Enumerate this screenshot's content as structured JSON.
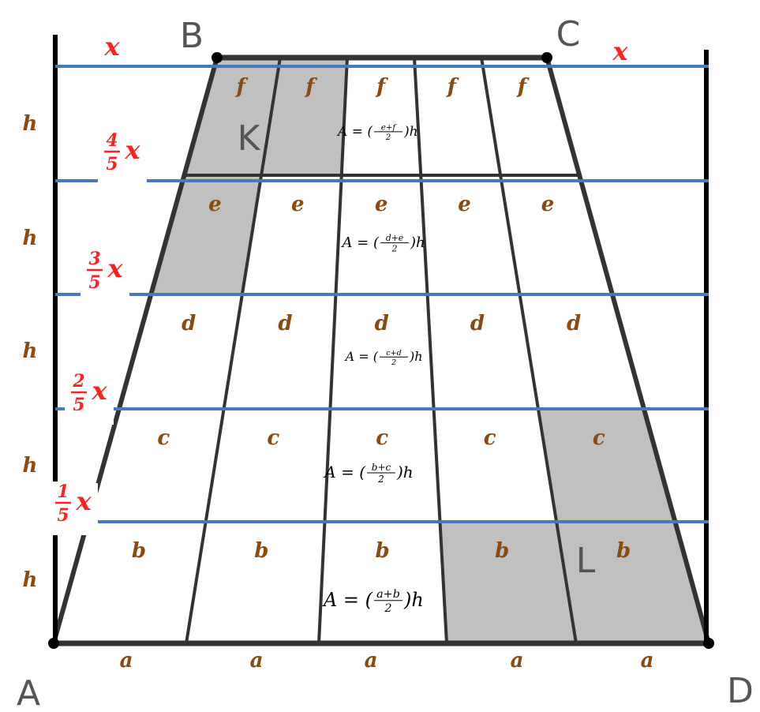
{
  "points": {
    "A": "A",
    "B": "B",
    "C": "C",
    "D": "D"
  },
  "shade_labels": {
    "K": "K",
    "L": "L"
  },
  "height_label": "h",
  "rows": [
    {
      "letter": "f",
      "formula": {
        "prefix": "A = (",
        "num": "e+f",
        "den": "2",
        "suffix": ")h"
      },
      "shaded": [
        0,
        1
      ]
    },
    {
      "letter": "e",
      "formula": {
        "prefix": "A = (",
        "num": "d+e",
        "den": "2",
        "suffix": ")h"
      },
      "shaded": [
        0
      ]
    },
    {
      "letter": "d",
      "formula": {
        "prefix": "A = (",
        "num": "c+d",
        "den": "2",
        "suffix": ")h"
      },
      "shaded": []
    },
    {
      "letter": "c",
      "formula": {
        "prefix": "A = (",
        "num": "b+c",
        "den": "2",
        "suffix": ")h"
      },
      "shaded": [
        4
      ]
    },
    {
      "letter": "b",
      "formula": {
        "prefix": "A = (",
        "num": "a+b",
        "den": "2",
        "suffix": ")h"
      },
      "shaded": [
        3,
        4
      ]
    }
  ],
  "bottom_letter": "a",
  "width_labels": [
    {
      "num": "",
      "den": "",
      "var": "x"
    },
    {
      "num": "4",
      "den": "5",
      "var": "x"
    },
    {
      "num": "3",
      "den": "5",
      "var": "x"
    },
    {
      "num": "2",
      "den": "5",
      "var": "x"
    },
    {
      "num": "1",
      "den": "5",
      "var": "x"
    }
  ],
  "right_top_label": "x",
  "colors": {
    "line": "#4a7ab5",
    "shade": "#c0c0c0",
    "label": "#8a4a10",
    "red": "#ff2020"
  }
}
